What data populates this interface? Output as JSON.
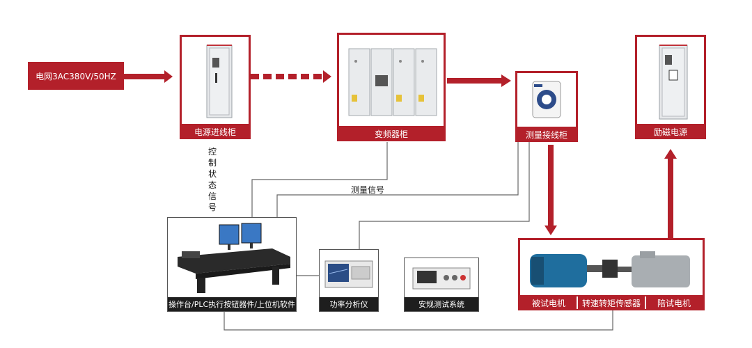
{
  "source_label": "电网3AC380V/50HZ",
  "nodes": {
    "power_cabinet": "电源进线柜",
    "vfd_cabinet": "变频器柜",
    "measurement_cabinet": "测量接线柜",
    "excitation_power": "励磁电源",
    "console": "操作台/PLC执行按钮器件/上位机软件",
    "power_analyzer": "功率分析仪",
    "safety_tester": "安规测试系统"
  },
  "motor_group": {
    "tested_motor": "被试电机",
    "torque_sensor": "转速转矩传感器",
    "load_motor": "陪试电机"
  },
  "signals": {
    "control_status": "控制状态信号",
    "measurement": "测量信号"
  },
  "colors": {
    "accent_red": "#b3202a",
    "panel_dark": "#1e1e1e",
    "wire_gray": "#666666"
  }
}
